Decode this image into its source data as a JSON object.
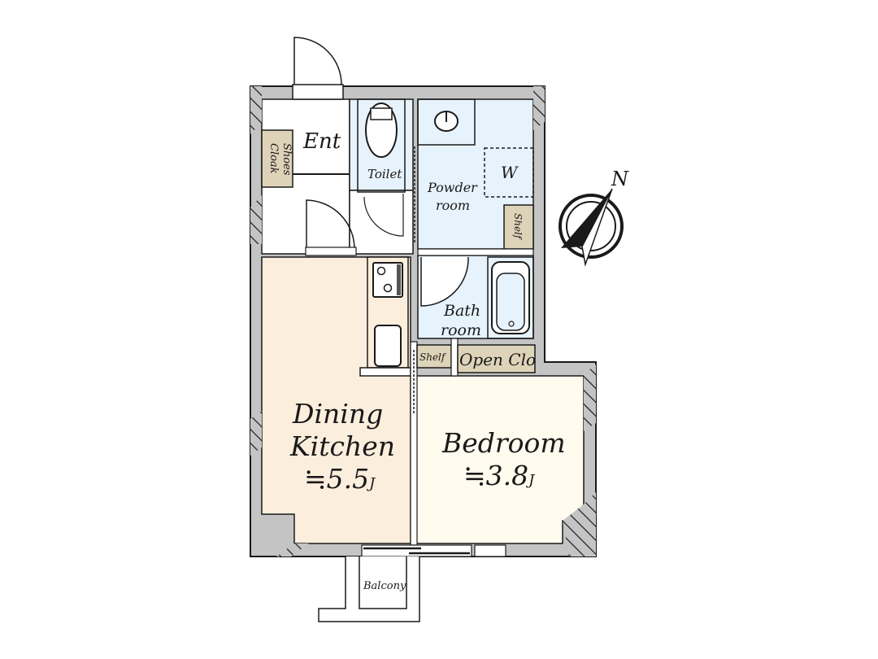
{
  "title": "Floor plan 1DK",
  "colors": {
    "wall": "#c4c4c4",
    "line": "#1a1a1a",
    "wet_area": "#e6f2fc",
    "dining_kitchen": "#fbeedd",
    "bedroom": "#fffbee",
    "storage": "#ddd3b8",
    "white": "#ffffff"
  },
  "rooms": {
    "entrance": {
      "label": "Ent"
    },
    "shoes_cloak": {
      "label_line1": "Shoes",
      "label_line2": "Cloak"
    },
    "toilet": {
      "label": "Toilet"
    },
    "powder_room": {
      "label_line1": "Powder",
      "label_line2": "room"
    },
    "washer": {
      "label": "W"
    },
    "powder_shelf": {
      "label": "Shelf"
    },
    "bath_room": {
      "label_line1": "Bath",
      "label_line2": "room"
    },
    "bedroom_shelf": {
      "label": "Shelf"
    },
    "open_closet": {
      "label": "Open Clo"
    },
    "dining_kitchen": {
      "label_line1": "Dining",
      "label_line2": "Kitchen",
      "area": "≒5.5",
      "unit": "J"
    },
    "bedroom": {
      "label": "Bedroom",
      "area": "≒3.8",
      "unit": "J"
    },
    "balcony": {
      "label": "Balcony"
    }
  },
  "compass": {
    "label": "N",
    "icon": "north-arrow-icon"
  }
}
